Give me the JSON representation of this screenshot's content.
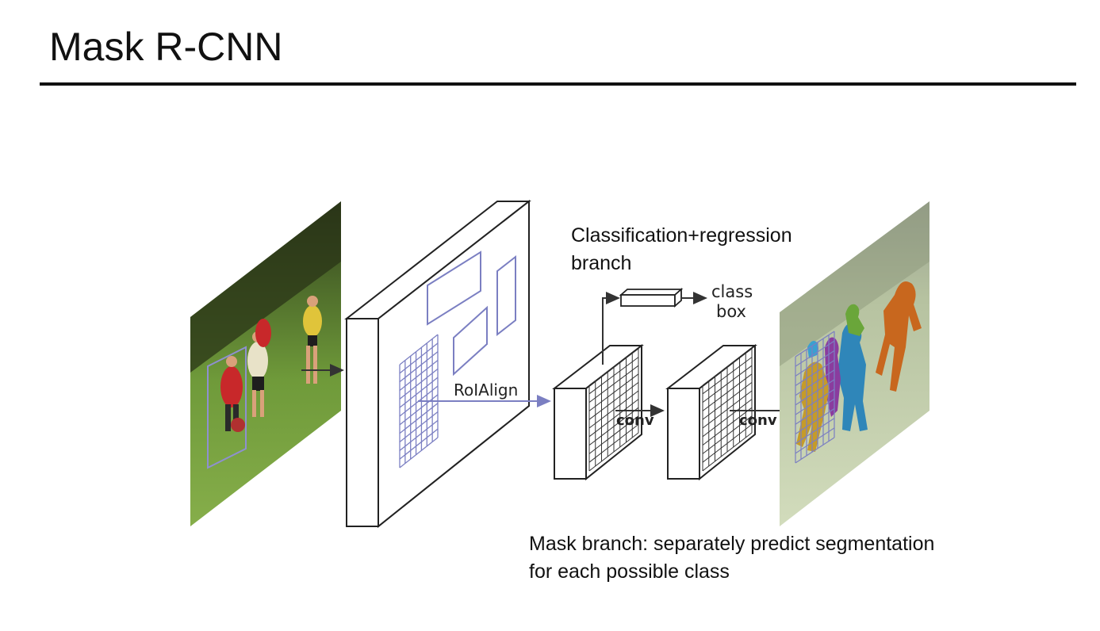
{
  "slide": {
    "title": "Mask R-CNN"
  },
  "diagram": {
    "roialign_label": "RoIAlign",
    "conv_label_1": "conv",
    "conv_label_2": "conv",
    "head_outputs": [
      "class",
      "box"
    ]
  },
  "notes": {
    "classification_branch": [
      "Classification+regression",
      "branch"
    ],
    "mask_branch": [
      "Mask branch: separately predict segmentation",
      "for each possible class"
    ]
  },
  "colors": {
    "grid_line": "#7b7fc2",
    "arrow": "#333333",
    "mask_orange": "#c8671e",
    "mask_blue": "#2f86b9",
    "mask_green": "#6aa63a",
    "mask_purple": "#8a3c9e",
    "mask_gold": "#c59b2a"
  }
}
